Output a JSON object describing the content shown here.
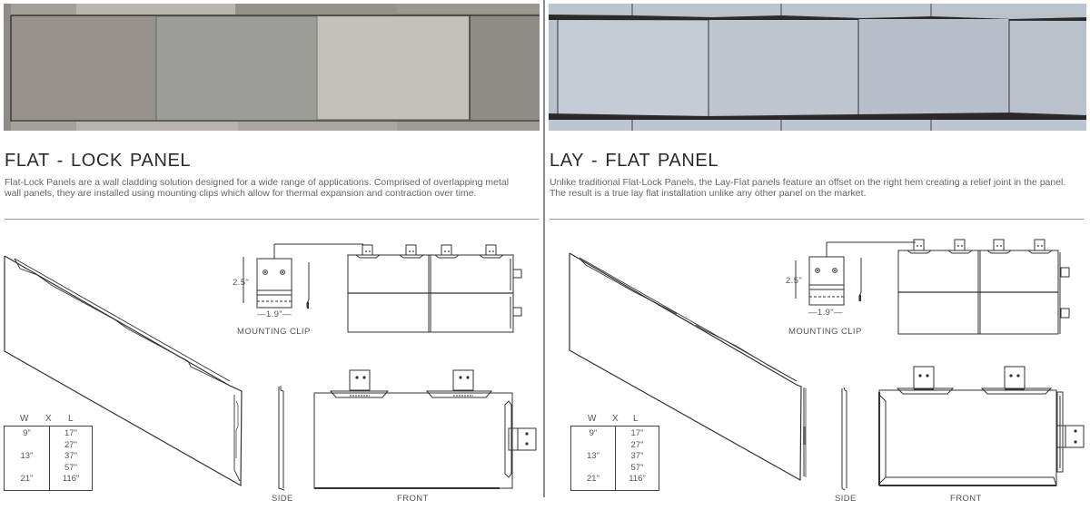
{
  "panels": [
    {
      "id": "flat-lock",
      "title": "FLAT - LOCK  PANEL",
      "description": "Flat-Lock Panels are a wall cladding solution designed for a wide range of applications.  Comprised of overlapping metal wall panels, they are installed using mounting clips which allow for thermal expansion and contraction over time.",
      "photo_colors": {
        "base": "#8f8c88",
        "panel_a": "#97928e",
        "panel_b": "#9c9c98",
        "panel_c": "#c4c0ba",
        "seam": "#3a3a3a"
      },
      "clip": {
        "height_label": "2.5\"",
        "width_label": "—1.9\"—",
        "caption": "MOUNTING CLIP"
      },
      "views": {
        "side_label": "SIDE",
        "front_label": "FRONT"
      },
      "dimensions": {
        "header": {
          "w": "W",
          "x": "X",
          "l": "L"
        },
        "widths": [
          "9\"",
          "",
          "13\"",
          "",
          "21\""
        ],
        "lengths": [
          "17\"",
          "27\"",
          "37\"",
          "57\"",
          "116\""
        ]
      }
    },
    {
      "id": "lay-flat",
      "title": "LAY - FLAT  PANEL",
      "description": "Unlike traditional Flat-Lock Panels, the Lay-Flat panels feature an offset on the right hem creating a relief joint in the panel.  The result is a true lay flat installation unlike any other panel on the market.",
      "photo_colors": {
        "base": "#b9c1cb",
        "panel_a": "#c4ccd6",
        "panel_b": "#bec6d0",
        "panel_c": "#b6bfca",
        "seam": "#2a2a2a"
      },
      "clip": {
        "height_label": "2.5\"",
        "width_label": "—1.9\"—",
        "caption": "MOUNTING CLIP"
      },
      "views": {
        "side_label": "SIDE",
        "front_label": "FRONT"
      },
      "dimensions": {
        "header": {
          "w": "W",
          "x": "X",
          "l": "L"
        },
        "widths": [
          "9\"",
          "",
          "13\"",
          "",
          "21\""
        ],
        "lengths": [
          "17\"",
          "27\"",
          "37\"",
          "57\"",
          "116\""
        ]
      }
    }
  ]
}
